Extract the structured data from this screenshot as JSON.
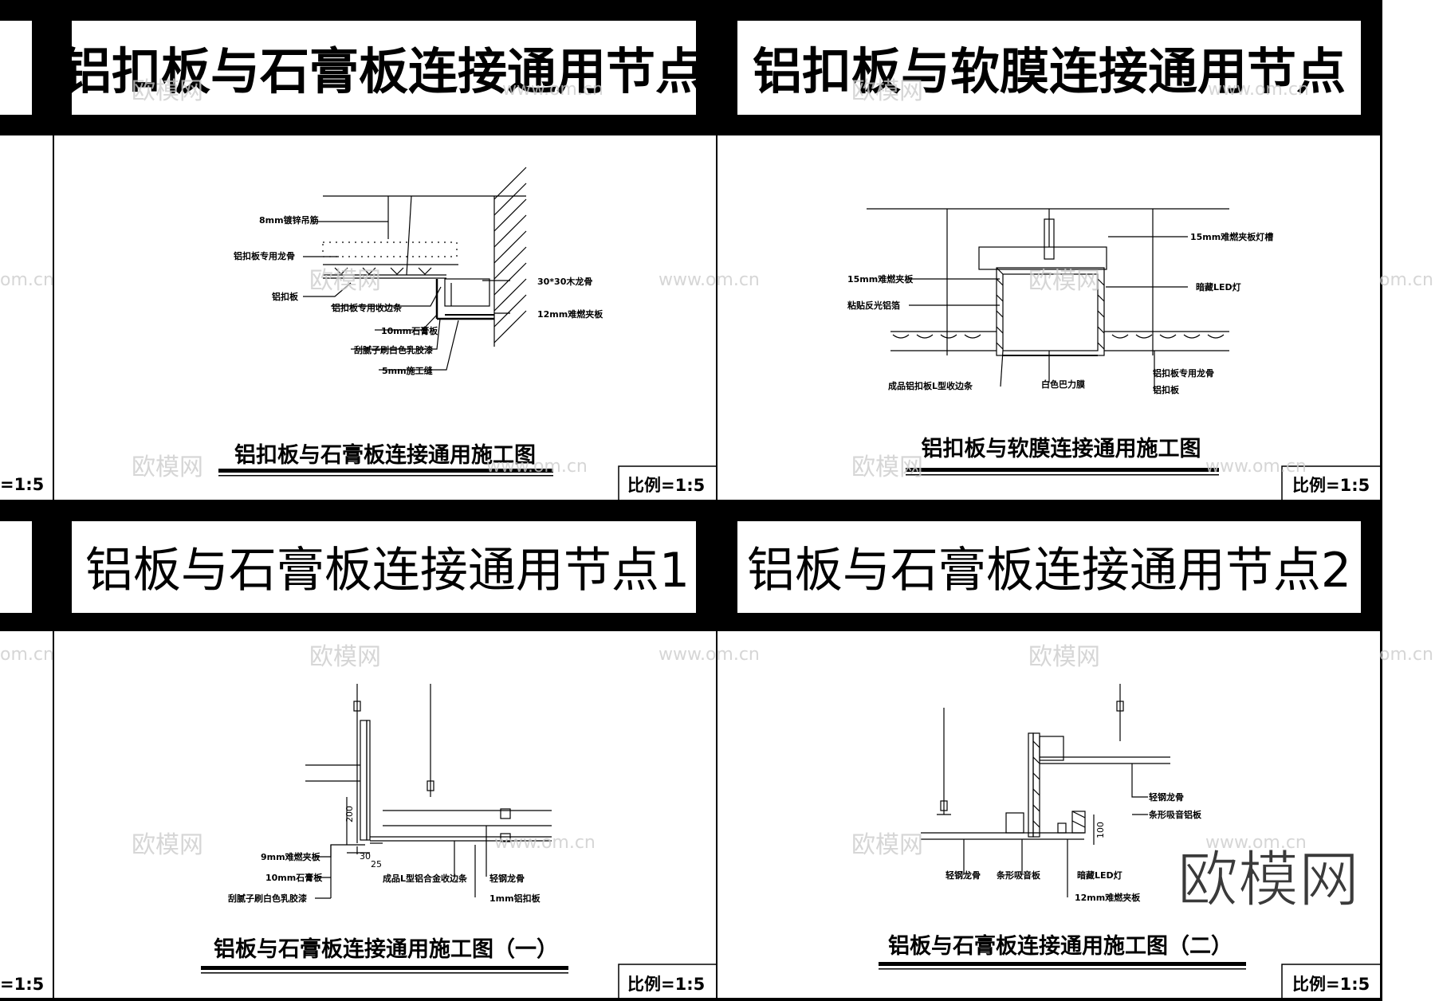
{
  "panels": [
    {
      "header": "铝扣板与石膏板连接通用节点",
      "caption": "铝扣板与石膏板连接通用施工图",
      "scale": "比例=1:5",
      "labels": [
        "8mm镀锌吊筋",
        "铝扣板专用龙骨",
        "铝扣板",
        "铝扣板专用收边条",
        "10mm石膏板",
        "刮腻子刷白色乳胶漆",
        "5mm施工缝",
        "30*30木龙骨",
        "12mm难燃夹板"
      ]
    },
    {
      "header": "铝扣板与软膜连接通用节点",
      "caption": "铝扣板与软膜连接通用施工图",
      "scale": "比例=1:5",
      "labels": [
        "15mm难燃夹板灯槽",
        "15mm难燃夹板",
        "粘贴反光铝箔",
        "暗藏LED灯",
        "成品铝扣板L型收边条",
        "白色巴力膜",
        "铝扣板专用龙骨",
        "铝扣板"
      ]
    },
    {
      "header": "铝板与石膏板连接通用节点1",
      "caption": "铝板与石膏板连接通用施工图（一）",
      "scale": "比例=1:5",
      "labels": [
        "9mm难燃夹板",
        "10mm石膏板",
        "刮腻子刷白色乳胶漆",
        "成品L型铝合金收边条",
        "轻钢龙骨",
        "1mm铝扣板"
      ],
      "dims": [
        "200",
        "30",
        "25"
      ]
    },
    {
      "header": "铝板与石膏板连接通用节点2",
      "caption": "铝板与石膏板连接通用施工图（二）",
      "scale": "比例=1:5",
      "labels": [
        "轻钢龙骨",
        "条形吸音铝板",
        "轻钢龙骨",
        "条形吸音板",
        "暗藏LED灯",
        "12mm难燃夹板"
      ],
      "dims": [
        "100"
      ]
    }
  ],
  "edge": {
    "scale_fragment": "=1:5"
  },
  "watermark": {
    "logo": "欧模网",
    "url": "www.om.cn",
    "url_fragment": "om.cn"
  }
}
